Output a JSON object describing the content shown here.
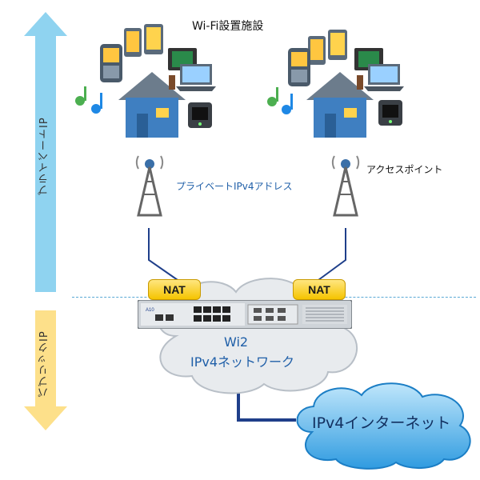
{
  "labels": {
    "facility_title": "Wi-Fi設置施設",
    "private_ip": "プライベートIP",
    "public_ip": "パブリックIP",
    "private_ipv4_address": "プライベートIPv4アドレス",
    "access_point": "アクセスポイント",
    "nat": "NAT",
    "wi2": "Wi2",
    "ipv4_network": "IPv4ネットワーク",
    "ipv4_internet": "IPv4インターネット"
  },
  "colors": {
    "private_arrow": "#8fd3f0",
    "public_arrow": "#fde08a",
    "link_line": "#1f3f8a",
    "dashed_line": "#5aa9d6",
    "internet_cloud": "#3aa2e0"
  },
  "icons": [
    "house-icon",
    "phone-icon",
    "music-icon",
    "laptop-icon",
    "video-icon",
    "tablet-icon",
    "router-icon",
    "antenna-icon",
    "network-switch-icon",
    "cloud-icon"
  ]
}
